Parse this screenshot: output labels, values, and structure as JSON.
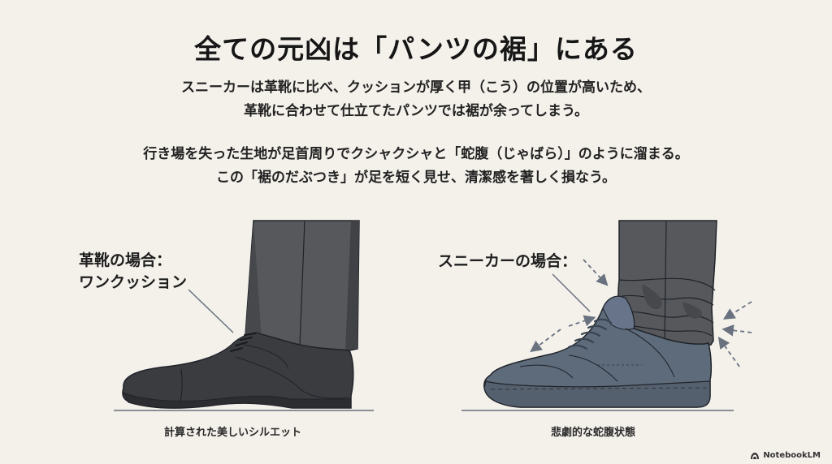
{
  "slide": {
    "title": "全ての元凶は「パンツの裾」にある",
    "paragraph1": {
      "line1": "スニーカーは革靴に比べ、クッションが厚く甲（こう）の位置が高いため、",
      "line2": "革靴に合わせて仕立てたパンツでは裾が余ってしまう。"
    },
    "paragraph2": {
      "line1": "行き場を失った生地が足首周りでクシャクシャと「蛇腹（じゃばら）」のように溜まる。",
      "line2": "この「裾のだぶつき」が足を短く見せ、清潔感を著しく損なう。"
    },
    "left_panel": {
      "label_line1": "革靴の場合：",
      "label_line2": "ワンクッション",
      "caption": "計算された美しいシルエット"
    },
    "right_panel": {
      "label_line1": "スニーカーの場合：",
      "caption": "悲劇的な蛇腹状態"
    },
    "brand": {
      "icon": "notebooklm-logo-icon",
      "label": "NotebookLM"
    },
    "colors": {
      "background": "#f4f1eb",
      "trouser": "#56585c",
      "leather_shoe": "#3b3c40",
      "sneaker": "#5e6b7b",
      "outline": "#1f2329",
      "ground_line": "#8a8f96",
      "arrow": "#6a7280"
    }
  }
}
